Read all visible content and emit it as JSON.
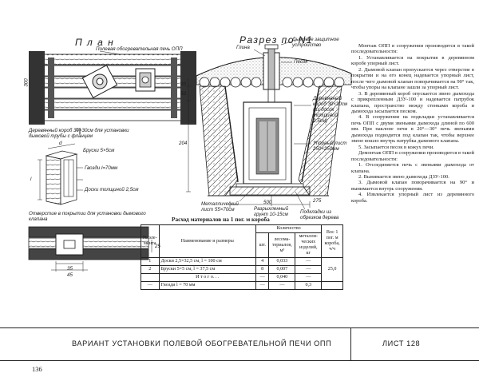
{
  "plan": {
    "title": "П л а н",
    "label_stove": "Полевая обогревательная печь ОПП",
    "label_box": "Деревянный короб 30×30см для установки дымовой трубы с фланцем",
    "label_bars": "Бруски 5×5см",
    "label_nails": "Гвозди l=70мм",
    "label_boards": "Доски толщиной 2,5см",
    "label_hole": "Отверстие в покрытии для установки дымового клапана",
    "dim_d": "d",
    "dim_l": "l",
    "dim_35": "35",
    "dim_45": "45",
    "dim_25": "25",
    "dim_left": "300"
  },
  "section": {
    "title": "Разрез по N1",
    "label_clay": "Глина",
    "label_sand": "Песок",
    "label_smoke": "Дымовое защитное устройство",
    "label_box": "Деревянный короб 30×30см (из досок толщиной 2,5см)",
    "label_sheet": "Упорный лист 250×250мм",
    "label_metal": "Металлический лист 55×70см",
    "label_soil": "Разрыхленный грунт 10-15см",
    "label_pads": "Подкладки из обрезков дерева",
    "dim_20": "20",
    "dim_50": "50",
    "dim_204": "204",
    "dim_275": "275",
    "dim_500": "500"
  },
  "table": {
    "caption": "Расход материалов на 1 пог. м короба",
    "h_no": "№ эле-мента",
    "h_name": "Наименование и размеры",
    "h_qty": "Количество",
    "h_pcs": "шт.",
    "h_wood": "лесома-териалов, м³",
    "h_metal": "металли-ческих изделий, кг",
    "h_labor": "Вос 1 пог. м короба, ч/ч",
    "rows": [
      {
        "no": "1",
        "name": "Доски 2,5×32,5 см, l = 100 см",
        "pcs": "4",
        "wood": "0,033",
        "metal": "—",
        "labor": ""
      },
      {
        "no": "2",
        "name": "Бруски 5×5 см, l = 37,5 см",
        "pcs": "8",
        "wood": "0,007",
        "metal": "—",
        "labor": ""
      }
    ],
    "total_label": "И т о г о. . .",
    "total_pcs": "—",
    "total_wood": "0,040",
    "total_metal": "—",
    "total_labor": "25,0",
    "nail_no": "—",
    "nail_name": "Гвозди l = 70 мм",
    "nail_pcs": "—",
    "nail_wood": "—",
    "nail_metal": "0,3",
    "nail_labor": ""
  },
  "text": {
    "p1": "Монтаж ОПП в сооружении производится в такой последовательности:",
    "p2": "1. Устанавливается на покрытия в деревянном коробе упорный лист.",
    "p3": "2. Дымовой клапан пропускается через отверстие в покрытии и на его конец надевается упорный лист, после чего дымовой клапан поворачивается на 90° так, чтобы упоры на клапане зашли за упорный лист.",
    "p4": "3. В деревянный короб опускается звено дымохода с прикрепленным ДЗУ-100 и надевается патрубок клапана, пространство между стенками короба и дымохода засыпается песком.",
    "p5": "4. В сооружении на подкладки устанавливается печь ОПП с двумя звеньями дымохода длиной по 600 мм. При наклоне печи в 20°—30° печь звеньями дымохода подводится под клапан так, чтобы верхнее звено вошло внутрь патрубка дымового клапана.",
    "p6": "5. Засыпается песок в кожух печи.",
    "p7": "Демонтаж ОПП в сооружении производится в такой последовательности:",
    "p8": "1. Отсоединяется печь с звеньями дымохода от клапана.",
    "p9": "2. Вынимается звено дымохода ДЗУ-100.",
    "p10": "3. Дымовой клапан поворачивается на 90° и вынимается внутрь сооружения.",
    "p11": "4. Извлекается упорный лист из деревянного короба."
  },
  "footer": {
    "title": "ВАРИАНТ УСТАНОВКИ ПОЛЕВОЙ ОБОГРЕВАТЕЛЬНОЙ ПЕЧИ ОПП",
    "sheet": "ЛИСТ 128",
    "page": "136"
  }
}
